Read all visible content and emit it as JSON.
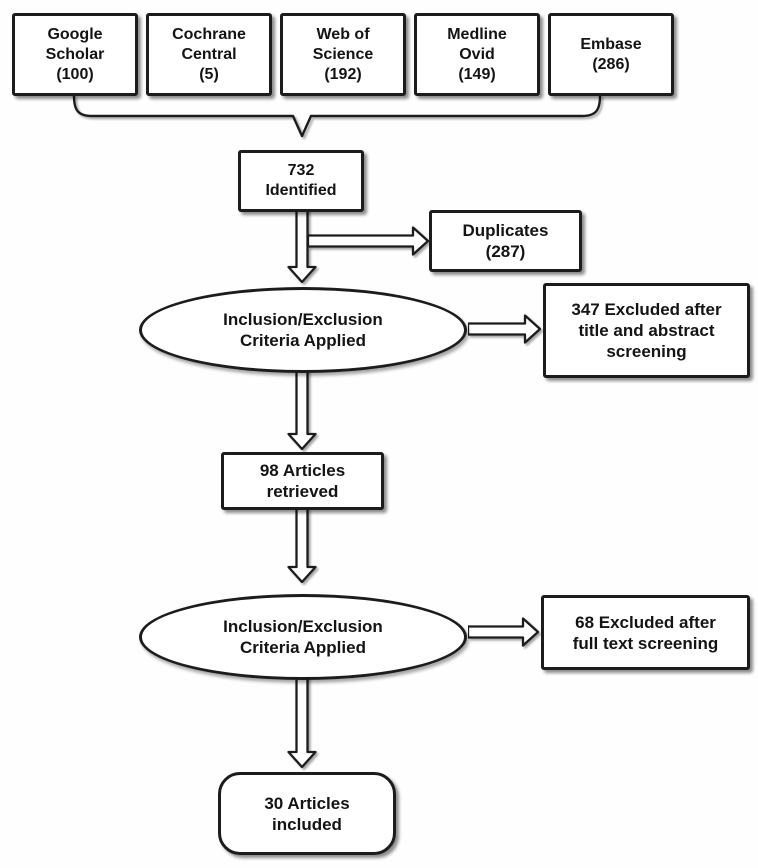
{
  "diagram": {
    "type": "prisma-flowchart",
    "colors": {
      "background": "#fefefe",
      "node_fill": "#ffffff",
      "node_border": "#1c1c1c",
      "text": "#141414",
      "shadow": "rgba(0,0,0,0.45)"
    },
    "sources": [
      {
        "name": "Google Scholar",
        "count": 100,
        "lines": [
          "Google",
          "Scholar",
          "(100)"
        ]
      },
      {
        "name": "Cochrane Central",
        "count": 5,
        "lines": [
          "Cochrane",
          "Central",
          "(5)"
        ]
      },
      {
        "name": "Web of Science",
        "count": 192,
        "lines": [
          "Web of",
          "Science",
          "(192)"
        ]
      },
      {
        "name": "Medline Ovid",
        "count": 149,
        "lines": [
          "Medline",
          "Ovid",
          "(149)"
        ]
      },
      {
        "name": "Embase",
        "count": 286,
        "lines": [
          "Embase",
          "(286)"
        ]
      }
    ],
    "identified": {
      "count": 732,
      "lines": [
        "732",
        "Identified"
      ]
    },
    "duplicates": {
      "count": 287,
      "lines": [
        "Duplicates",
        "(287)"
      ]
    },
    "screening_title_abstract": {
      "lines": [
        "Inclusion/Exclusion",
        "Criteria Applied"
      ]
    },
    "excluded_title_abstract": {
      "count": 347,
      "lines": [
        "347 Excluded after",
        "title and abstract",
        "screening"
      ]
    },
    "retrieved": {
      "count": 98,
      "lines": [
        "98 Articles",
        "retrieved"
      ]
    },
    "screening_full_text": {
      "lines": [
        "Inclusion/Exclusion",
        "Criteria Applied"
      ]
    },
    "excluded_full_text": {
      "count": 68,
      "lines": [
        "68 Excluded after",
        "full text screening"
      ]
    },
    "included": {
      "count": 30,
      "lines": [
        "30 Articles",
        "included"
      ]
    }
  }
}
